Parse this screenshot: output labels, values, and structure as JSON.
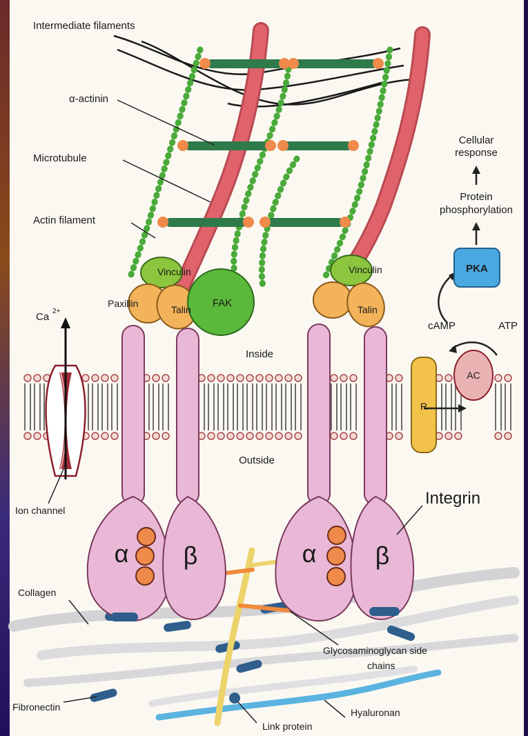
{
  "labels": {
    "intermediate_filaments": "Intermediate filaments",
    "alpha_actinin": "α-actinin",
    "microtubule": "Microtubule",
    "actin_filament": "Actin filament",
    "cellular_response_1": "Cellular",
    "cellular_response_2": "response",
    "protein_phos_1": "Protein",
    "protein_phos_2": "phosphorylation",
    "pka": "PKA",
    "camp": "cAMP",
    "atp": "ATP",
    "ac": "AC",
    "receptor": "R",
    "vinculin_left": "Vinculin",
    "vinculin_right": "Vinculin",
    "paxillin": "Paxillin",
    "talin_left": "Talin",
    "talin_right": "Talin",
    "fak": "FAK",
    "calcium": "Ca",
    "calcium_charge": "2+",
    "inside": "Inside",
    "outside": "Outside",
    "ion_channel": "Ion channel",
    "integrin": "Integrin",
    "alpha_left": "α",
    "beta_left": "β",
    "alpha_right": "α",
    "beta_right": "β",
    "collagen": "Collagen",
    "gag_1": "Glycosaminoglycan side",
    "gag_2": "chains",
    "fibronectin": "Fibronectin",
    "hyaluronan": "Hyaluronan",
    "link_protein": "Link protein"
  },
  "colors": {
    "frame": "#1a0f4a",
    "panel": "#fbf8f2",
    "microtubule": "#e0626a",
    "actin": "#4aaa3a",
    "alpha_actinin": "#2f7a4a",
    "node": "#ef8a4a",
    "integrin": "#e9b8d6",
    "membrane_head": "#f3d9d3",
    "fibronectin": "#2f5e8c",
    "hyaluronan": "#5bb3e0",
    "pka": "#4aa8e0",
    "fak": "#5ab83a",
    "vinculin": "#8cc63f",
    "talin": "#f2b35a",
    "receptor": "#f2c24a",
    "ac": "#e9b3b3"
  }
}
